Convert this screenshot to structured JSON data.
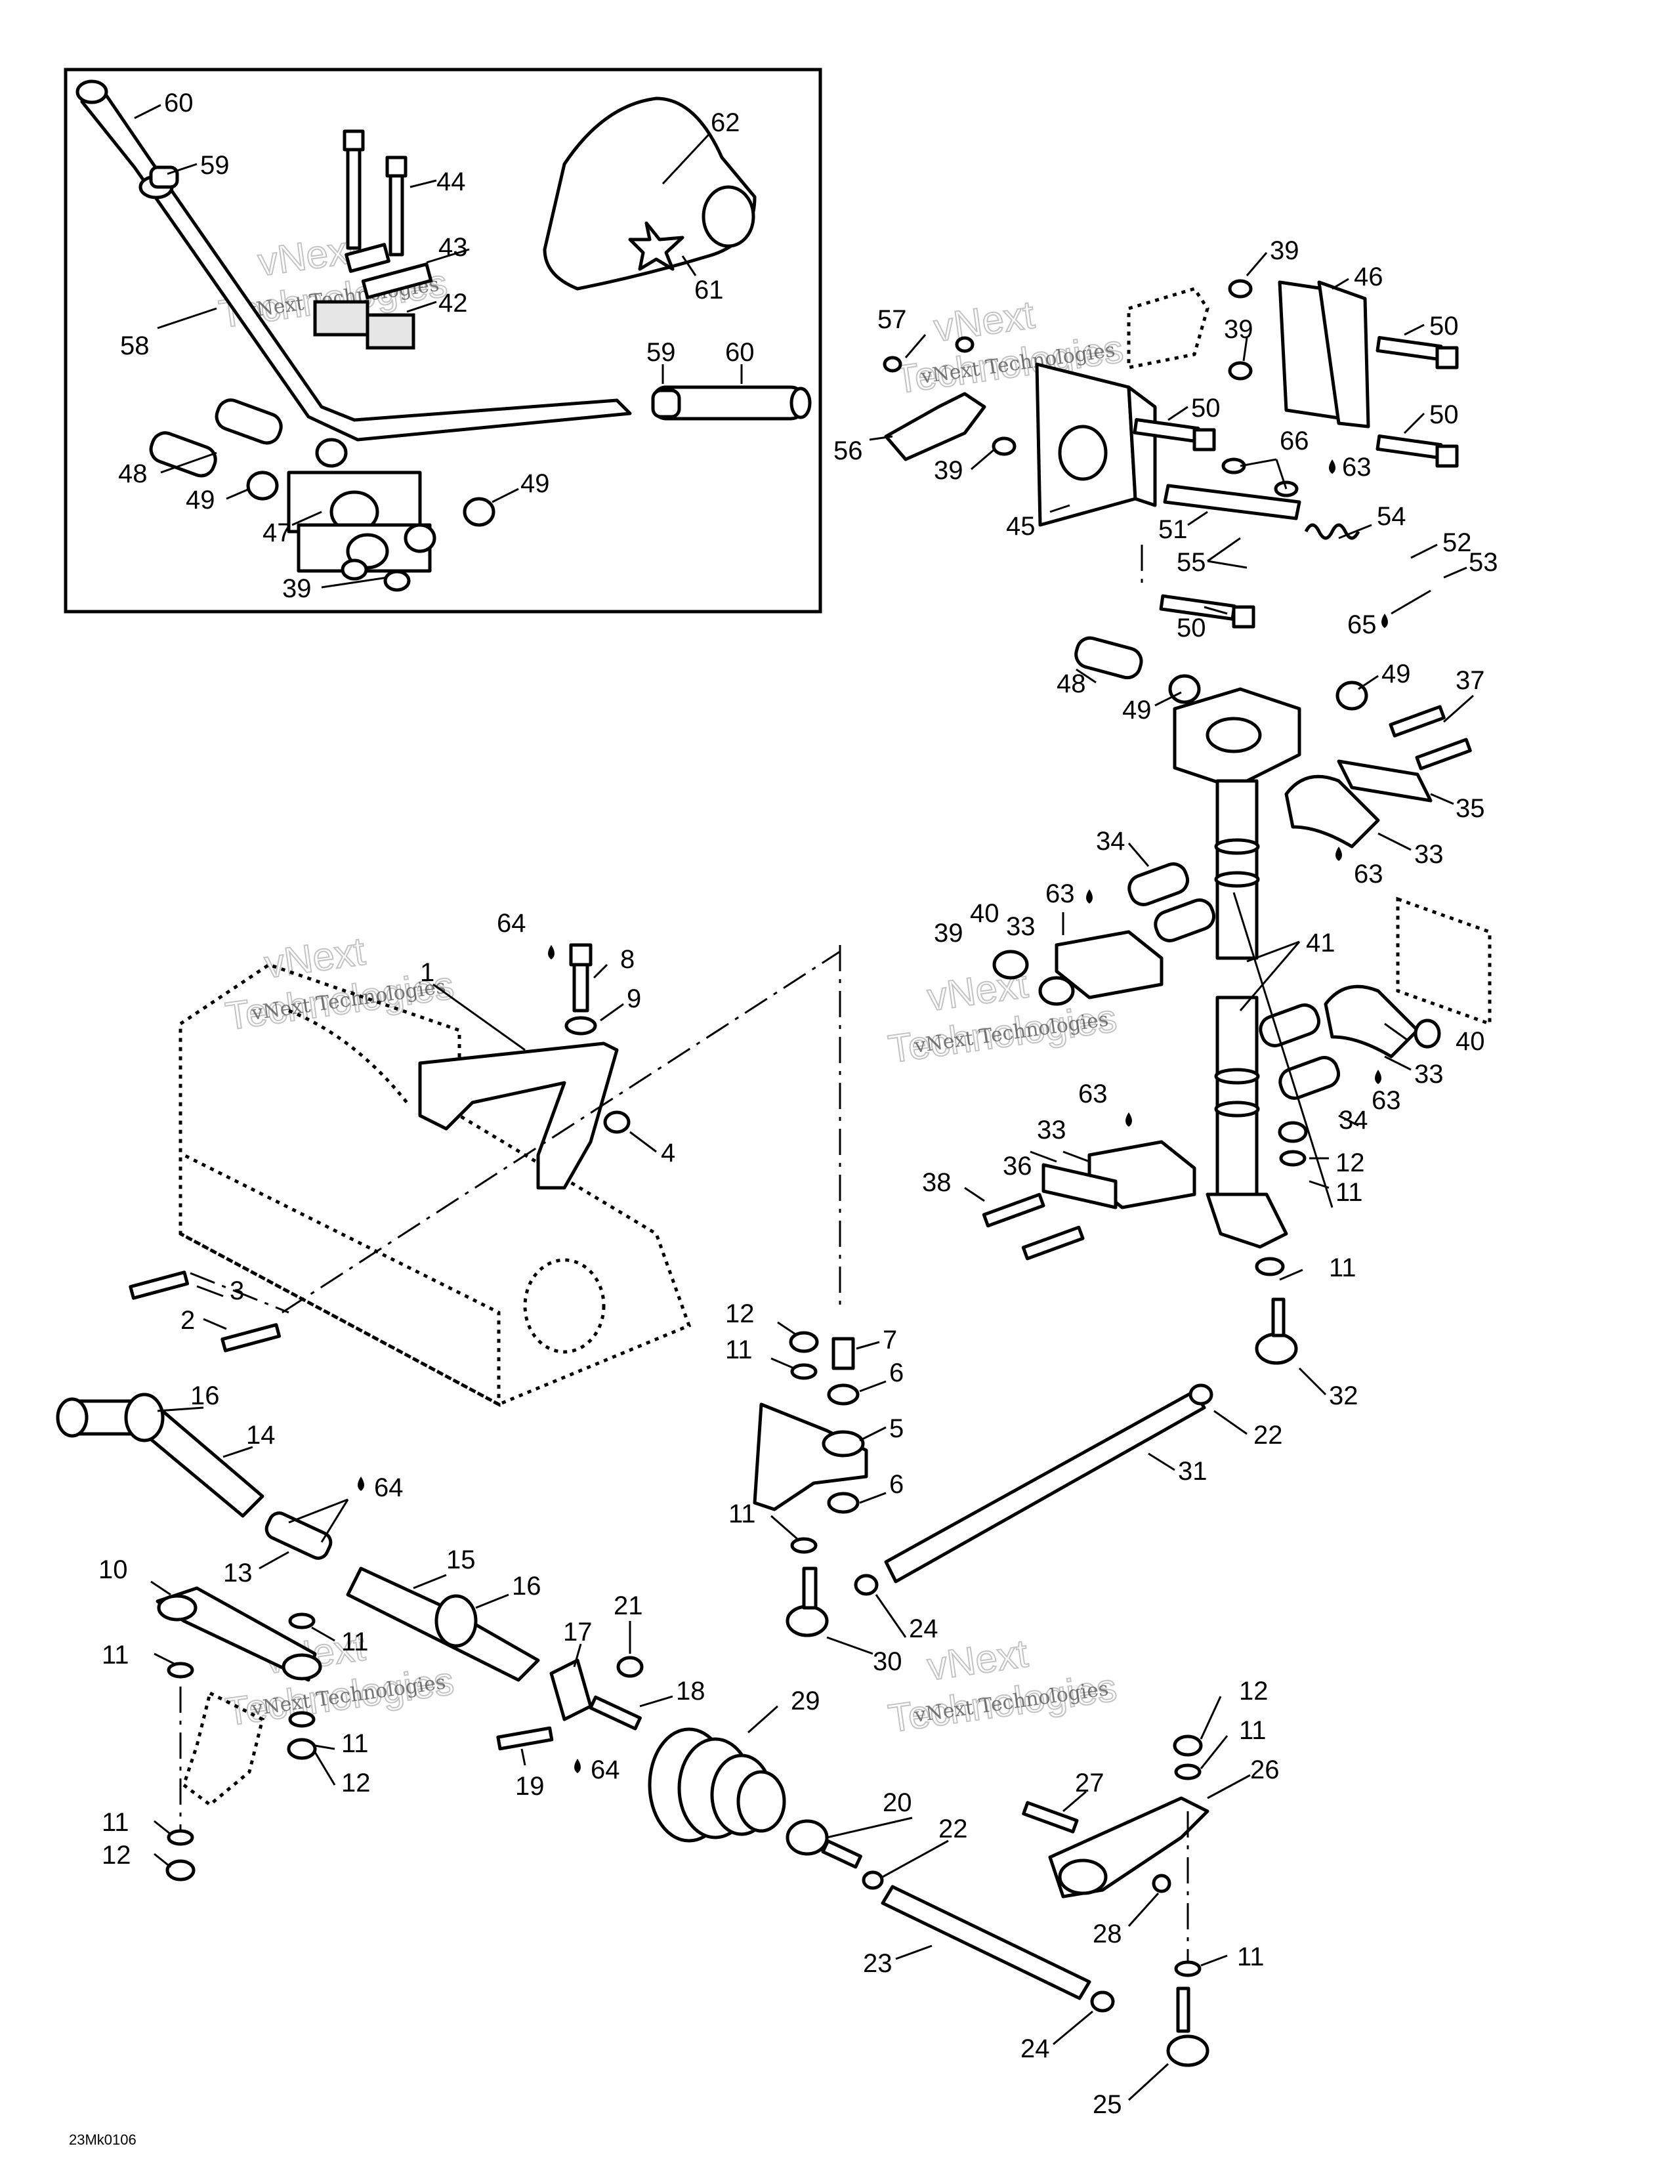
{
  "diagram_ref": "23Mk0106",
  "watermark": {
    "line1": "vNext Technologies",
    "line2": "vNext",
    "line3": "Technologies"
  },
  "callouts": [
    {
      "id": "c60a",
      "label": "60"
    },
    {
      "id": "c59a",
      "label": "59"
    },
    {
      "id": "c62",
      "label": "62"
    },
    {
      "id": "c44",
      "label": "44"
    },
    {
      "id": "c43",
      "label": "43"
    },
    {
      "id": "c42",
      "label": "42"
    },
    {
      "id": "c61",
      "label": "61"
    },
    {
      "id": "c58",
      "label": "58"
    },
    {
      "id": "c59b",
      "label": "59"
    },
    {
      "id": "c60b",
      "label": "60"
    },
    {
      "id": "c48a",
      "label": "48"
    },
    {
      "id": "c49a",
      "label": "49"
    },
    {
      "id": "c49b",
      "label": "49"
    },
    {
      "id": "c47",
      "label": "47"
    },
    {
      "id": "c39a",
      "label": "39"
    },
    {
      "id": "c39b",
      "label": "39"
    },
    {
      "id": "c46",
      "label": "46"
    },
    {
      "id": "c57",
      "label": "57"
    },
    {
      "id": "c39c",
      "label": "39"
    },
    {
      "id": "c50a",
      "label": "50"
    },
    {
      "id": "c50b",
      "label": "50"
    },
    {
      "id": "c50c",
      "label": "50"
    },
    {
      "id": "c56",
      "label": "56"
    },
    {
      "id": "c66",
      "label": "66"
    },
    {
      "id": "c63a",
      "label": "63"
    },
    {
      "id": "c39d",
      "label": "39"
    },
    {
      "id": "c45",
      "label": "45"
    },
    {
      "id": "c51",
      "label": "51"
    },
    {
      "id": "c54",
      "label": "54"
    },
    {
      "id": "c52",
      "label": "52"
    },
    {
      "id": "c55",
      "label": "55"
    },
    {
      "id": "c53",
      "label": "53"
    },
    {
      "id": "c65",
      "label": "65"
    },
    {
      "id": "c50d",
      "label": "50"
    },
    {
      "id": "c48b",
      "label": "48"
    },
    {
      "id": "c49c",
      "label": "49"
    },
    {
      "id": "c49d",
      "label": "49"
    },
    {
      "id": "c37",
      "label": "37"
    },
    {
      "id": "c35",
      "label": "35"
    },
    {
      "id": "c33a",
      "label": "33"
    },
    {
      "id": "c34a",
      "label": "34"
    },
    {
      "id": "c63b",
      "label": "63"
    },
    {
      "id": "c33b",
      "label": "33"
    },
    {
      "id": "c63c",
      "label": "63"
    },
    {
      "id": "c41",
      "label": "41"
    },
    {
      "id": "c39e",
      "label": "39"
    },
    {
      "id": "c40a",
      "label": "40"
    },
    {
      "id": "c40b",
      "label": "40"
    },
    {
      "id": "c33c",
      "label": "33"
    },
    {
      "id": "c63d",
      "label": "63"
    },
    {
      "id": "c63e",
      "label": "63"
    },
    {
      "id": "c33d",
      "label": "33"
    },
    {
      "id": "c34b",
      "label": "34"
    },
    {
      "id": "c36",
      "label": "36"
    },
    {
      "id": "c12a",
      "label": "12"
    },
    {
      "id": "c11a",
      "label": "11"
    },
    {
      "id": "c38",
      "label": "38"
    },
    {
      "id": "c11b",
      "label": "11"
    },
    {
      "id": "c64a",
      "label": "64"
    },
    {
      "id": "c8",
      "label": "8"
    },
    {
      "id": "c1",
      "label": "1"
    },
    {
      "id": "c9",
      "label": "9"
    },
    {
      "id": "c4",
      "label": "4"
    },
    {
      "id": "c3",
      "label": "3"
    },
    {
      "id": "c2",
      "label": "2"
    },
    {
      "id": "c12b",
      "label": "12"
    },
    {
      "id": "c7",
      "label": "7"
    },
    {
      "id": "c11c",
      "label": "11"
    },
    {
      "id": "c6a",
      "label": "6"
    },
    {
      "id": "c32",
      "label": "32"
    },
    {
      "id": "c22a",
      "label": "22"
    },
    {
      "id": "c5",
      "label": "5"
    },
    {
      "id": "c31",
      "label": "31"
    },
    {
      "id": "c6b",
      "label": "6"
    },
    {
      "id": "c11d",
      "label": "11"
    },
    {
      "id": "c16a",
      "label": "16"
    },
    {
      "id": "c14",
      "label": "14"
    },
    {
      "id": "c64b",
      "label": "64"
    },
    {
      "id": "c13",
      "label": "13"
    },
    {
      "id": "c10",
      "label": "10"
    },
    {
      "id": "c15",
      "label": "15"
    },
    {
      "id": "c16b",
      "label": "16"
    },
    {
      "id": "c24a",
      "label": "24"
    },
    {
      "id": "c30",
      "label": "30"
    },
    {
      "id": "c11e",
      "label": "11"
    },
    {
      "id": "c11f",
      "label": "11"
    },
    {
      "id": "c21",
      "label": "21"
    },
    {
      "id": "c17",
      "label": "17"
    },
    {
      "id": "c18",
      "label": "18"
    },
    {
      "id": "c29",
      "label": "29"
    },
    {
      "id": "c12c",
      "label": "12"
    },
    {
      "id": "c11g",
      "label": "11"
    },
    {
      "id": "c26",
      "label": "26"
    },
    {
      "id": "c11h",
      "label": "11"
    },
    {
      "id": "c12d",
      "label": "12"
    },
    {
      "id": "c19",
      "label": "19"
    },
    {
      "id": "c64c",
      "label": "64"
    },
    {
      "id": "c27",
      "label": "27"
    },
    {
      "id": "c20",
      "label": "20"
    },
    {
      "id": "c22b",
      "label": "22"
    },
    {
      "id": "c11i",
      "label": "11"
    },
    {
      "id": "c12e",
      "label": "12"
    },
    {
      "id": "c28",
      "label": "28"
    },
    {
      "id": "c23",
      "label": "23"
    },
    {
      "id": "c11j",
      "label": "11"
    },
    {
      "id": "c24b",
      "label": "24"
    },
    {
      "id": "c25",
      "label": "25"
    }
  ]
}
